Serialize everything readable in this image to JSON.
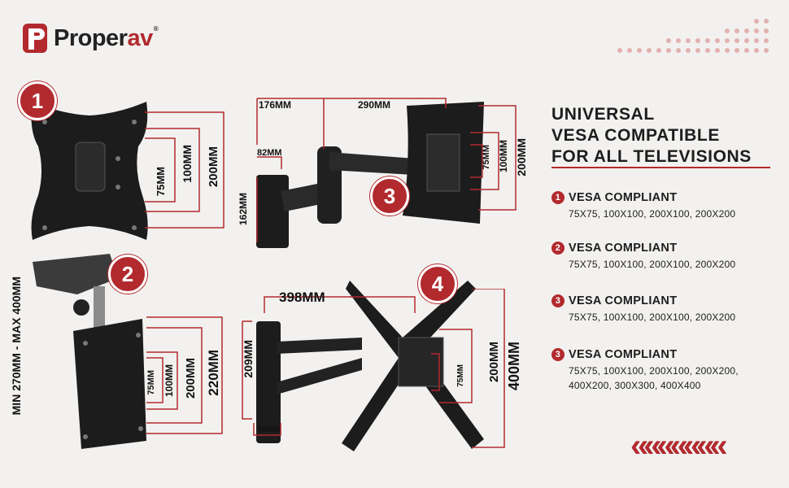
{
  "brand": {
    "name_main": "Proper",
    "name_accent": "av",
    "reg": "®",
    "accent_color": "#b22a2e"
  },
  "heading": {
    "line1": "UNIVERSAL",
    "line2": "VESA COMPATIBLE",
    "line3": "FOR ALL TELEVISIONS"
  },
  "features": [
    {
      "num": "1",
      "title": "VESA COMPLIANT",
      "sizes": "75X75, 100X100, 200X100, 200X200"
    },
    {
      "num": "2",
      "title": "VESA COMPLIANT",
      "sizes": "75X75, 100X100, 200X100, 200X200"
    },
    {
      "num": "3",
      "title": "VESA COMPLIANT",
      "sizes": "75X75, 100X100, 200X100, 200X200"
    },
    {
      "num": "3",
      "title": "VESA COMPLIANT",
      "sizes": "75X75, 100X100, 200X100, 200X200, 400X200, 300X300, 400X400"
    }
  ],
  "products": {
    "p1": {
      "badge": "1",
      "d1": "75MM",
      "d2": "100MM",
      "d3": "200MM"
    },
    "p2": {
      "badge": "2",
      "d1": "75MM",
      "d2": "100MM",
      "d3": "200MM",
      "d4": "220MM",
      "height": "MIN 270MM - MAX 400MM"
    },
    "p3": {
      "badge": "3",
      "d_arm1": "176MM",
      "d_arm2": "290MM",
      "d_wall": "82MM",
      "d_height": "162MM",
      "d1": "75MM",
      "d2": "100MM",
      "d3": "200MM"
    },
    "p4": {
      "badge": "4",
      "d_width": "398MM",
      "d_height": "209MM",
      "d_depth": "59MM",
      "d1": "75MM",
      "d2": "200MM",
      "d3": "400MM"
    }
  },
  "decor": {
    "chevrons": "«««««««",
    "icon": "chevron-left-icon"
  }
}
